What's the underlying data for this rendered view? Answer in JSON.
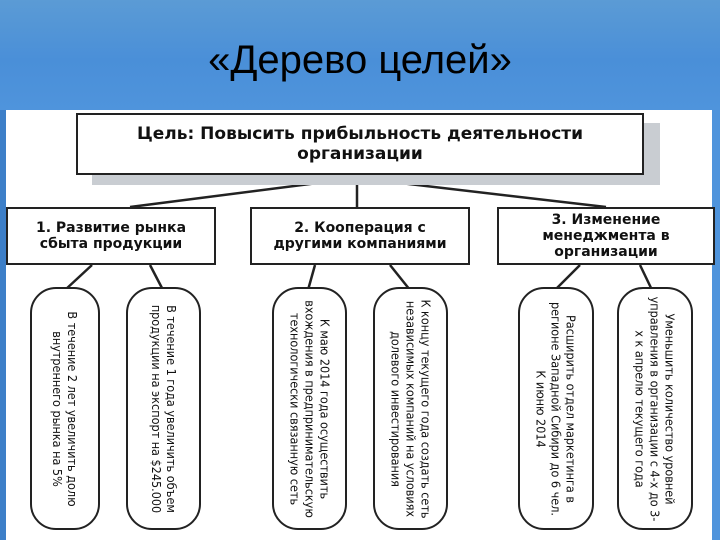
{
  "slide": {
    "title": "«Дерево целей»"
  },
  "goal": {
    "text": "Цель: Повысить прибыльность деятельности организации"
  },
  "subgoals": [
    {
      "label": "1. Развитие рынка сбыта продукции"
    },
    {
      "label": "2. Кооперация с другими компаниями"
    },
    {
      "label": "3. Изменение менеджмента в организации"
    }
  ],
  "tasks": [
    {
      "text": "В течение 2 лет увеличить долю внутреннего рынка на 5%"
    },
    {
      "text": "В течение 1 года увеличить объем продукции на экспорт на $245.000"
    },
    {
      "text": "К маю 2014 года осуществить вхождения в предпринимательскую технологически связанную сеть"
    },
    {
      "text": "К концу текущего года создать сеть независимых компаний на условиях долевого инвестирования"
    },
    {
      "text": "Расширить отдел маркетинга в регионе Западной Сибири до 6 чел. К июню 2014"
    },
    {
      "text": "Уменьшить количество уровней управления в организации с 4-х до 3-х к апрелю текущего года"
    }
  ]
}
